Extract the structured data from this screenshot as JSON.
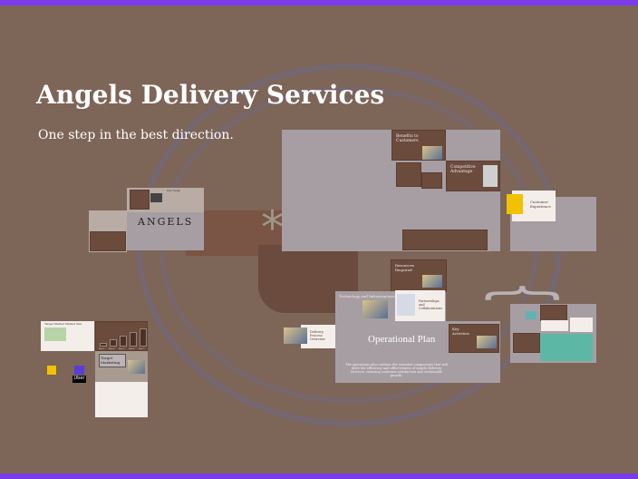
{
  "title": "Angels Delivery Services",
  "subtitle": "One step in the best direction.",
  "logo_text": "ANGELS",
  "frames": {
    "benefits": "Benefits to Customers",
    "competitive": "Competitive Advantage",
    "resources": "Resources Required",
    "technology": "Technology and Infrastructure",
    "partnerships": "Partnerships and Collaborations",
    "delivery": "Delivery Process Overview",
    "key_activities": "Key Activities",
    "operational_plan": "Operational Plan",
    "operational_desc": "The operations plan outlines the essential components that will drive the efficiency and effectiveness of Angels Delivery Services, ensuring customer satisfaction and sustainable growth.",
    "customer_experience": "Customer Experience",
    "our_team": "Our Team",
    "target_market": "Target Market Market Size",
    "target_marketing": "Target Marketing",
    "uber": "Uber"
  },
  "mini_chart": {
    "categories": [
      "Year 1",
      "Year 2",
      "Year 3",
      "Year 4",
      "Year 5"
    ],
    "values": [
      1,
      2,
      3,
      4,
      5
    ]
  },
  "colors": {
    "accent": "#7c3aed",
    "frame": "#a79ea3",
    "brown": "#6b4b3c"
  }
}
